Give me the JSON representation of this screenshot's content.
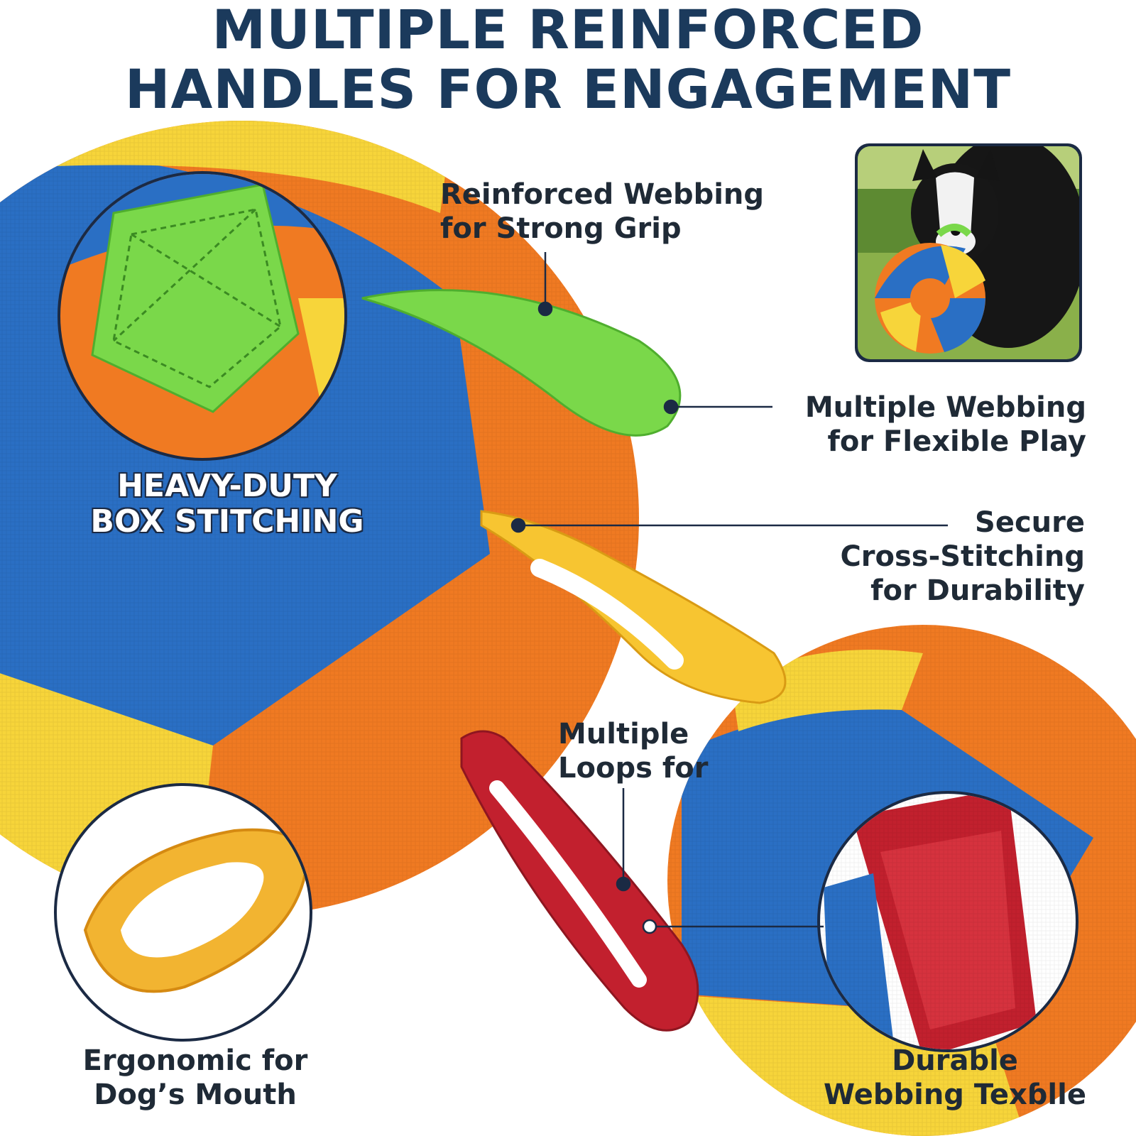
{
  "headline": {
    "line1": "MULTIPLE REINFORCED",
    "line2": "HANDLES FOR ENGAGEMENT"
  },
  "callouts": {
    "reinforced": {
      "line1": "Reinforced Webbing",
      "line2": "for Strong Grip"
    },
    "multiple_webbing": {
      "line1": "Multiple Webbing",
      "line2": "for Flexible Play"
    },
    "secure": {
      "line1": "Secure",
      "line2": "Cross-Stitching",
      "line3": "for Durability"
    },
    "loops": {
      "line1": "Multiple",
      "line2": "Loops for"
    },
    "heavy_duty": {
      "line1": "HEAVY-DUTY",
      "line2": "BOX STITCHING"
    },
    "ergonomic": {
      "line1": "Ergonomic for",
      "line2": "Dog’s Mouth"
    },
    "durable": {
      "line1": "Durable",
      "line2": "Webbing Texɓlle"
    }
  },
  "colors": {
    "navy": "#1b3a5c",
    "blue": "#2a6fc4",
    "orange": "#f07a22",
    "yellow": "#f7d53a",
    "green": "#7ad84a",
    "red": "#c2202e",
    "gold": "#f2b431"
  }
}
